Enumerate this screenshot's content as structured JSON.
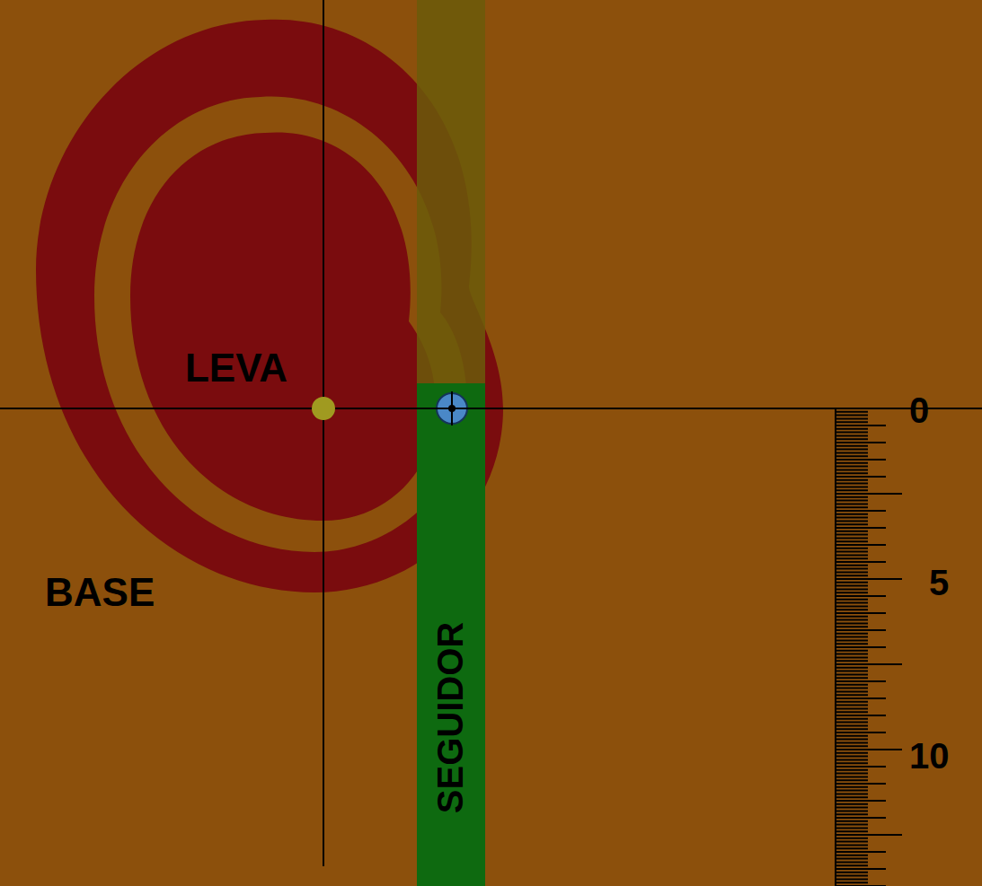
{
  "diagram": {
    "nodes": [
      {
        "text": [
          "LEVA"
        ]
      },
      {
        "text": [
          "SEGUIDOR"
        ]
      }
    ],
    "labels": [
      "BASE",
      "0",
      "5",
      "10"
    ]
  }
}
